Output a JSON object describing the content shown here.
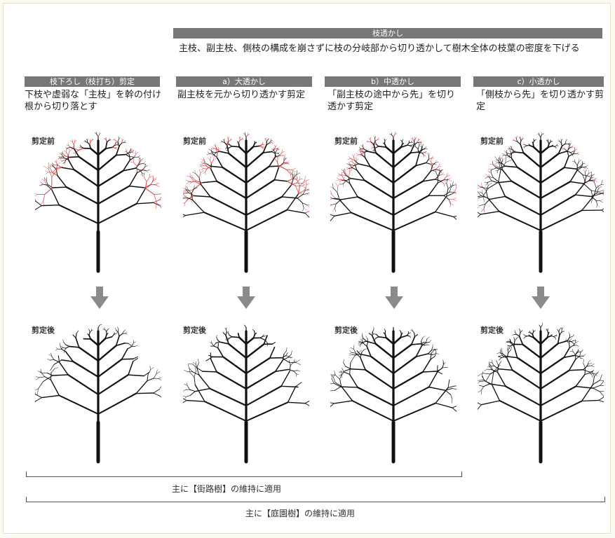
{
  "header": {
    "title": "枝透かし",
    "description": "主枝、副主枝、側枝の構成を崩さずに枝の分岐部から切り透かして樹木全体の枝葉の密度を下げる"
  },
  "columns": [
    {
      "heading": "枝下ろし（枝打ち）剪定",
      "description": "下枝や虚弱な「主枝」を幹の付け根から切り落とす",
      "before_label": "剪定前",
      "after_label": "剪定後"
    },
    {
      "heading": "a）大透かし",
      "description": "副主枝を元から切り透かす剪定",
      "before_label": "剪定前",
      "after_label": "剪定後"
    },
    {
      "heading": "b）中透かし",
      "description": "「副主枝の途中から先」を切り透かす剪定",
      "before_label": "剪定前",
      "after_label": "剪定後"
    },
    {
      "heading": "c）小透かし",
      "description": "「側枝から先」を切り透かす剪定",
      "before_label": "剪定前",
      "after_label": "剪定後"
    }
  ],
  "brackets": [
    {
      "text": "主に【街路樹】の維持に適用"
    },
    {
      "text": "主に【庭園樹】の維持に適用"
    }
  ],
  "colors": {
    "header_bar": "#777777",
    "cut_branch": "#d94040",
    "branch": "#111111",
    "arrow": "#8a8a8a"
  },
  "icons": {
    "arrow": "down-arrow-icon"
  }
}
